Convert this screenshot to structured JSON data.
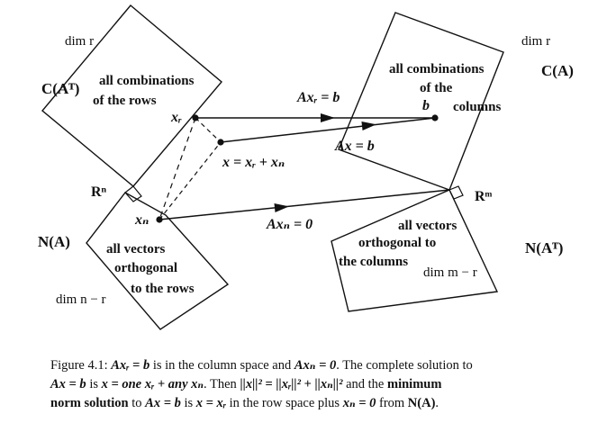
{
  "row_space": {
    "dim_label": "dim r",
    "name": "C(Aᵀ)",
    "desc_line1": "all combinations",
    "desc_line2": "of the rows"
  },
  "column_space": {
    "dim_label": "dim r",
    "name": "C(A)",
    "desc_line1": "all combinations",
    "desc_line2": "of the",
    "desc_line3": "columns"
  },
  "nullspace": {
    "name": "N(A)",
    "dim_label": "dim n − r",
    "desc_line1": "all vectors",
    "desc_line2": "orthogonal",
    "desc_line3": "to the rows"
  },
  "left_nullspace": {
    "name": "N(Aᵀ)",
    "dim_label": "dim m − r",
    "desc_line1": "all vectors",
    "desc_line2": "orthogonal to",
    "desc_line3": "the columns"
  },
  "labels": {
    "Rn": "Rⁿ",
    "Rm": "Rᵐ",
    "xr": "xᵣ",
    "xn": "xₙ",
    "b": "b",
    "x_eq": "x = xᵣ + xₙ",
    "Axr_eq": "Axᵣ = b",
    "Ax_eq": "Ax = b",
    "Axn_eq": "Axₙ = 0"
  },
  "caption": {
    "s1": "Figure 4.1: ",
    "s2": "Axᵣ = b",
    "s3": " is in the column space and ",
    "s4": "Axₙ = 0",
    "s5": ". The complete solution to",
    "s6": "Ax = b",
    "s7": " is ",
    "s8": "x = one xᵣ + any xₙ",
    "s9": ". Then ",
    "s10": "||x||² = ||xᵣ||² + ||xₙ||²",
    "s11": " and the ",
    "s12": "minimum",
    "s13": "norm solution",
    "s14": " to ",
    "s15": "Ax = b",
    "s16": " is ",
    "s17": "x = xᵣ",
    "s18": " in the row space plus ",
    "s19": "xₙ = 0",
    "s20": " from ",
    "s21": "N(A)",
    "s22": "."
  }
}
